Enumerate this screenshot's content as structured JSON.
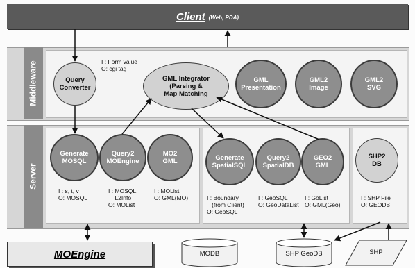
{
  "client": {
    "title": "Client",
    "subtitle": "(Web, PDA)"
  },
  "tiers": {
    "middleware": "Middleware",
    "server": "Server"
  },
  "middleware": {
    "query_converter": "Query\nConverter",
    "query_converter_io": "I : Form value\nO: cgi tag",
    "gml_integrator": "GML Integrator\n(Parsing &\nMap Matching",
    "gml_presentation": "GML\nPresentation",
    "gml2_image": "GML2\nImage",
    "gml2_svg": "GML2\nSVG"
  },
  "server": {
    "generate_mosql": "Generate\nMOSQL",
    "query2_moengine": "Query2\nMOEngine",
    "mo2_gml": "MO2\nGML",
    "generate_spatialsql": "Generate\nSpatialSQL",
    "query2_spatialdb": "Query2\nSpatialDB",
    "geo2_gml": "GEO2\nGML",
    "shp2_db": "SHP2\nDB",
    "io_generate_mosql": "I : s, t, v\nO: MOSQL",
    "io_query2_moengine": "I : MOSQL,\n    L2Info\nO: MOList",
    "io_mo2_gml": "I : MOList\nO: GML(MO)",
    "io_generate_spatialsql": "I : Boundary\n   (from Client)\nO: GeoSQL",
    "io_query2_spatialdb": "I : GeoSQL\nO: GeoDataList",
    "io_geo2_gml": "I : GoList\nO: GML(Geo)",
    "io_shp2_db": "I : SHP File\nO: GEODB"
  },
  "bottom": {
    "moengine": "MOEngine",
    "modb": "MODB",
    "shp_geodb": "SHP GeoDB",
    "shp": "SHP"
  }
}
